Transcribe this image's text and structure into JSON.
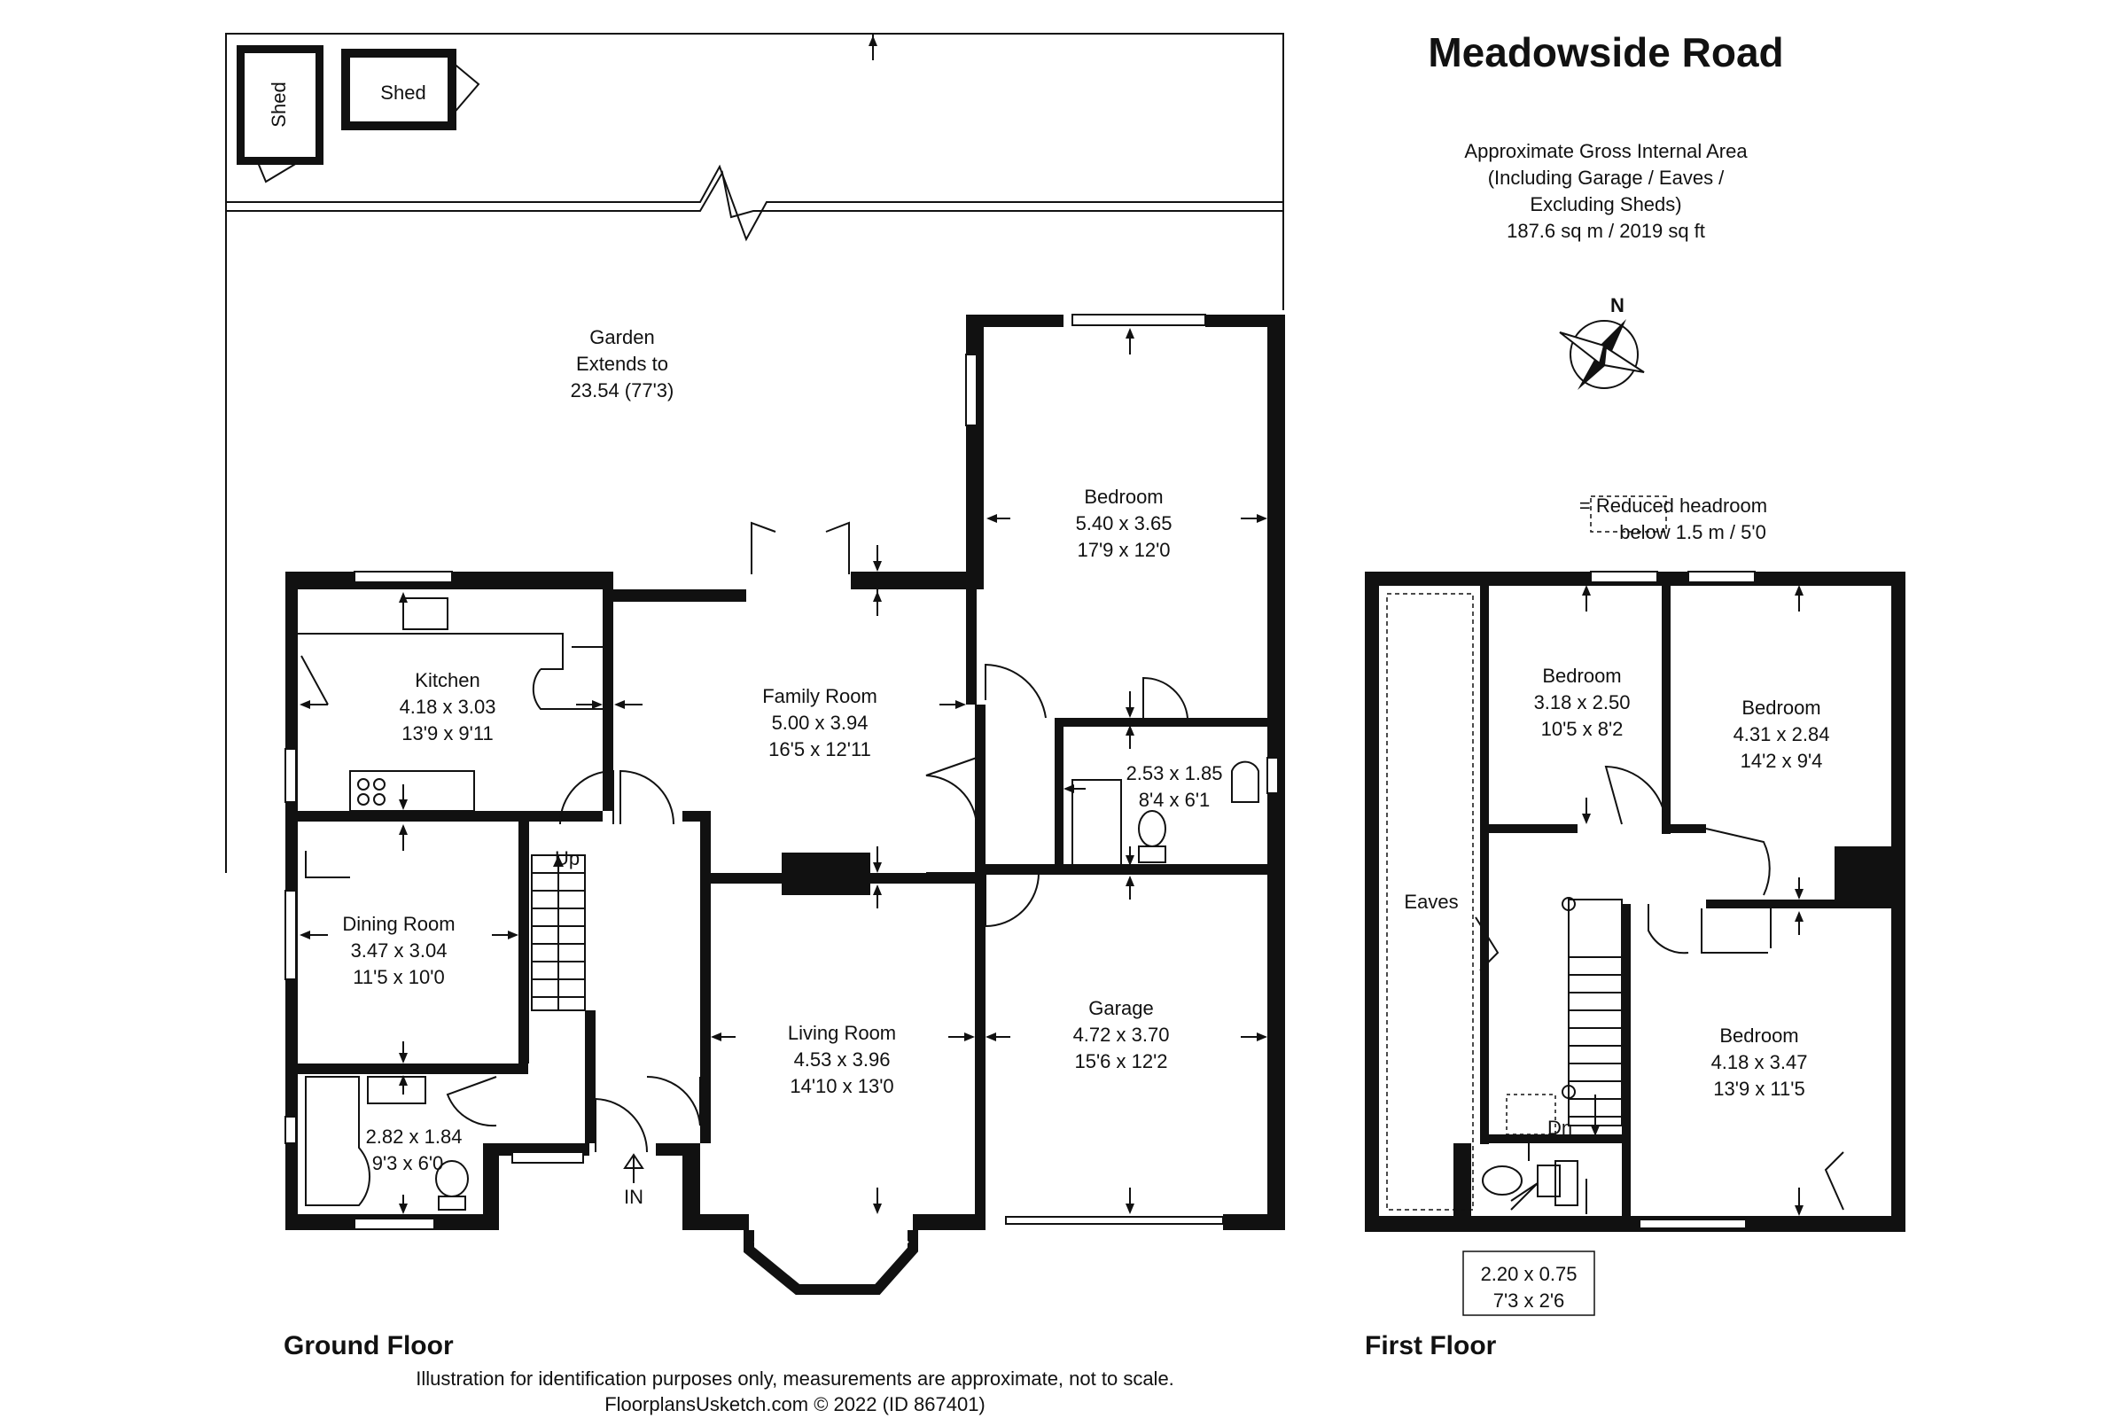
{
  "title": "Meadowside Road",
  "area": {
    "line1": "Approximate Gross Internal Area",
    "line2": "(Including Garage / Eaves /",
    "line3": "Excluding Sheds)",
    "line4": "187.6 sq m / 2019 sq ft"
  },
  "compass": {
    "label": "N"
  },
  "legend": {
    "line1": "= Reduced headroom",
    "line2": "below 1.5 m / 5'0"
  },
  "garden": {
    "line1": "Garden",
    "line2": "Extends to",
    "line3": "23.54 (77'3)"
  },
  "sheds": [
    {
      "label": "Shed"
    },
    {
      "label": "Shed"
    }
  ],
  "ground_floor": {
    "label": "Ground Floor",
    "rooms": [
      {
        "name": "Kitchen",
        "metric": "4.18 x 3.03",
        "imperial": "13'9 x 9'11"
      },
      {
        "name": "Family Room",
        "metric": "5.00 x 3.94",
        "imperial": "16'5 x 12'11"
      },
      {
        "name": "Bedroom",
        "metric": "5.40 x 3.65",
        "imperial": "17'9 x 12'0"
      },
      {
        "name": "",
        "metric": "2.53 x 1.85",
        "imperial": "8'4 x 6'1"
      },
      {
        "name": "Dining Room",
        "metric": "3.47 x 3.04",
        "imperial": "11'5 x 10'0"
      },
      {
        "name": "Living Room",
        "metric": "4.53 x 3.96",
        "imperial": "14'10 x 13'0"
      },
      {
        "name": "Garage",
        "metric": "4.72 x 3.70",
        "imperial": "15'6 x 12'2"
      },
      {
        "name": "",
        "metric": "2.82 x 1.84",
        "imperial": "9'3 x 6'0"
      }
    ],
    "up": "Up",
    "in": "IN"
  },
  "first_floor": {
    "label": "First Floor",
    "rooms": [
      {
        "name": "Bedroom",
        "metric": "3.18 x 2.50",
        "imperial": "10'5 x 8'2"
      },
      {
        "name": "Bedroom",
        "metric": "4.31 x 2.84",
        "imperial": "14'2 x 9'4"
      },
      {
        "name": "Bedroom",
        "metric": "4.18 x 3.47",
        "imperial": "13'9 x 11'5"
      },
      {
        "name": "Eaves",
        "metric": "",
        "imperial": ""
      }
    ],
    "dn": "Dn",
    "wc": {
      "metric": "2.20 x 0.75",
      "imperial": "7'3 x 2'6"
    }
  },
  "footer": {
    "line1": "Illustration for identification purposes only, measurements are approximate, not to scale.",
    "line2": "FloorplansUsketch.com © 2022 (ID 867401)"
  }
}
